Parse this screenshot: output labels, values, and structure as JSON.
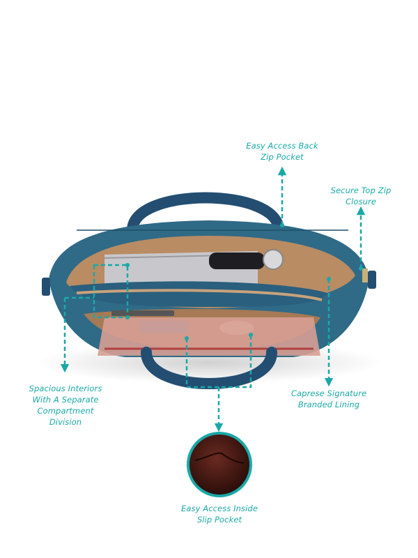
{
  "accent_color": "#1aa8a8",
  "callouts": [
    {
      "id": "back-zip-pocket",
      "lines": [
        "Easy Access Back",
        "Zip Pocket"
      ]
    },
    {
      "id": "top-zip-closure",
      "lines": [
        "Secure Top Zip",
        "Closure"
      ]
    },
    {
      "id": "spacious-interiors",
      "lines": [
        "Spacious Interiors",
        "With A Separate",
        "Compartment",
        "Division"
      ]
    },
    {
      "id": "branded-lining",
      "lines": [
        "Caprese Signature",
        "Branded Lining"
      ]
    },
    {
      "id": "inside-slip-pocket",
      "lines": [
        "Easy Access Inside",
        "Slip Pocket"
      ]
    }
  ],
  "product": {
    "image_alt": "Open teal handbag viewed from above",
    "colors": {
      "body": "#2f6a87",
      "handle": "#234e72",
      "lining": "#b98c63",
      "panel": "#d79f94",
      "pocket_inset": "#4a1c16"
    }
  }
}
